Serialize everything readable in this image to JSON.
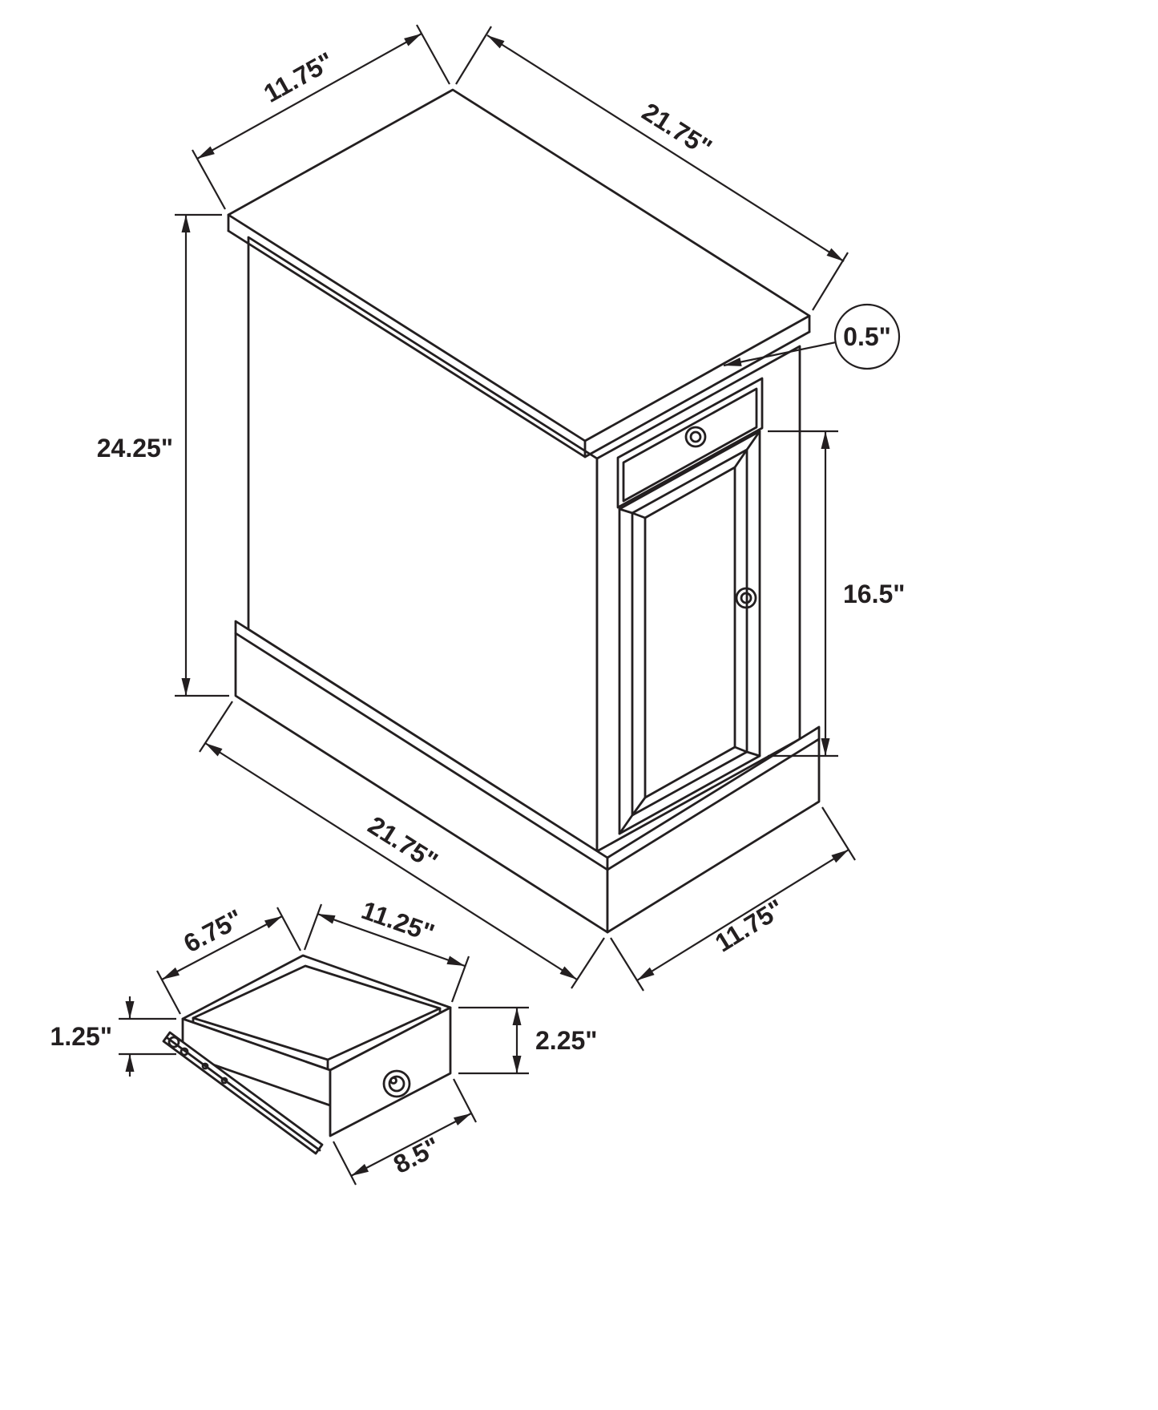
{
  "diagram": {
    "kind": "furniture-dimension-line-drawing",
    "units": "inches"
  },
  "dims": {
    "top_depth": "11.75\"",
    "top_width": "21.75\"",
    "top_thickness": "0.5\"",
    "overall_height": "24.25\"",
    "door_height": "16.5\"",
    "base_width": "21.75\"",
    "base_depth": "11.75\"",
    "drawer_depth": "6.75\"",
    "drawer_width": "11.25\"",
    "drawer_side_height": "1.25\"",
    "drawer_front_height": "2.25\"",
    "drawer_front_width": "8.5\""
  },
  "colors": {
    "line": "#231f20",
    "background": "#ffffff"
  }
}
